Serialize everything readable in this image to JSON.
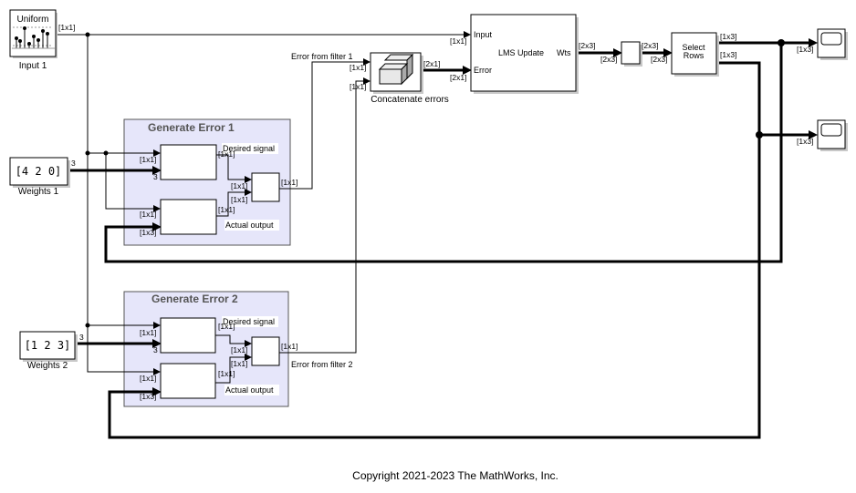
{
  "diagram": {
    "blocks": {
      "input1": {
        "name": "Input 1",
        "icon_label": "Uniform",
        "out_dim": "[1x1]"
      },
      "weights1": {
        "name": "Weights 1",
        "value": "[4 2 0]",
        "out_dim": "3"
      },
      "weights2": {
        "name": "Weights 2",
        "value": "[1 2 3]",
        "out_dim": "3"
      },
      "concat": {
        "name": "Concatenate errors",
        "in1_dim": "[1x1]",
        "in2_dim": "[1x1]",
        "out_dim": "[2x1]"
      },
      "lms": {
        "name": "LMS Update",
        "in_input": "Input",
        "in_error": "Error",
        "out_wts": "Wts",
        "input_dim": "[1x1]",
        "error_dim": "[2x1]",
        "out_dim": "[2x3]"
      },
      "delay": {
        "in_dim": "[2x3]",
        "out_dim": "[2x3]"
      },
      "select": {
        "name": "Select Rows",
        "in_dim": "[2x3]",
        "out1_dim": "[1x3]",
        "out2_dim": "[1x3]"
      },
      "scope1": {
        "in_dim": "[1x3]"
      },
      "scope2": {
        "in_dim": "[1x3]"
      }
    },
    "subsystems": [
      {
        "title": "Generate Error 1",
        "desired_label": "Desired signal",
        "actual_label": "Actual output",
        "desired_in1": "[1x1]",
        "desired_in2": "3",
        "desired_out": "[1x1]",
        "actual_in1": "[1x1]",
        "actual_in2": "[1x3]",
        "actual_out": "[1x1]",
        "sum_in1": "[1x1]",
        "sum_in2": "[1x1]",
        "sum_out": "[1x1]"
      },
      {
        "title": "Generate Error 2",
        "desired_label": "Desired signal",
        "actual_label": "Actual output",
        "desired_in1": "[1x1]",
        "desired_in2": "3",
        "desired_out": "[1x1]",
        "actual_in1": "[1x1]",
        "actual_in2": "[1x3]",
        "actual_out": "[1x1]",
        "sum_in1": "[1x1]",
        "sum_in2": "[1x1]",
        "sum_out": "[1x1]"
      }
    ],
    "signals": {
      "error1": "Error from filter 1",
      "error2": "Error from filter 2"
    },
    "copyright": "Copyright 2021-2023 The MathWorks, Inc."
  }
}
